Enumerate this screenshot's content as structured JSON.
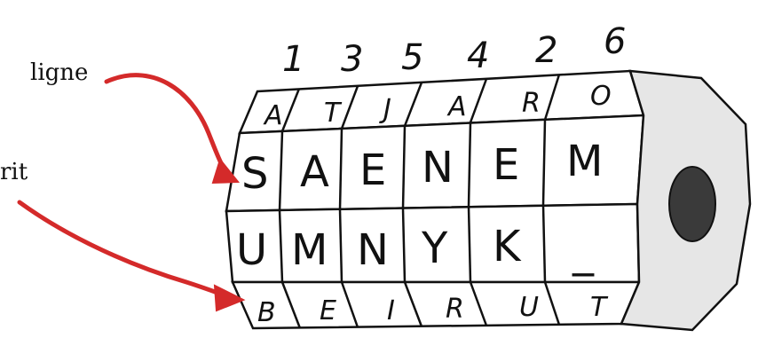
{
  "annotations": {
    "top_label": "ligne",
    "bottom_label": "rit"
  },
  "cylinder": {
    "column_order": [
      "1",
      "3",
      "5",
      "4",
      "2",
      "6"
    ],
    "top_row": [
      "A",
      "T",
      "J",
      "A",
      "R",
      "O"
    ],
    "message_row": [
      "S",
      "A",
      "E",
      "N",
      "E",
      "M"
    ],
    "third_row": [
      "U",
      "M",
      "N",
      "Y",
      "K",
      "_"
    ],
    "bottom_row": [
      "B",
      "E",
      "I",
      "R",
      "U",
      "T"
    ]
  },
  "colors": {
    "arrow": "#d42a2a",
    "outline": "#111111",
    "end_face": "#e6e6e6",
    "end_hole": "#3a3a3a"
  }
}
